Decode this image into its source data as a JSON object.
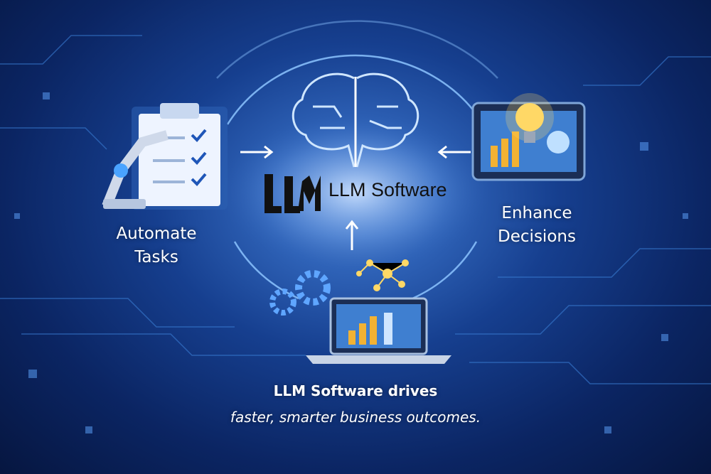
{
  "center": {
    "brand": "LLM Software",
    "logo_text": "LLM"
  },
  "left_block": {
    "line1": "Automate",
    "line2": "Tasks",
    "icon": "clipboard-robot-arm-icon"
  },
  "right_block": {
    "line1": "Enhance",
    "line2": "Decisions",
    "icon": "tablet-lightbulb-chart-icon"
  },
  "bottom_block": {
    "icon": "laptop-gears-network-icon"
  },
  "tagline": {
    "line1": "LLM Software drives",
    "line2": "faster, smarter business outcomes."
  },
  "colors": {
    "accent": "#4aa3ff",
    "bar": "#f2b233",
    "background": "#0b2563"
  }
}
